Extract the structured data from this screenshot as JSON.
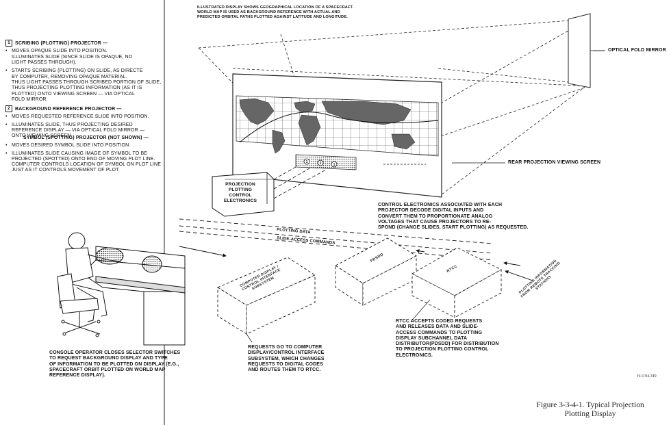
{
  "top_note": "ILLUSTRATED DISPLAY SHOWS GEOGRAPHICAL LOCATION OF A SPACECRAFT.\nWORLD MAP IS USED AS BACKGROUND REFERENCE WITH ACTUAL AND\nPREDICTED ORBITAL PATHS PLOTTED AGAINST LATITUDE AND LONGITUDE.",
  "left_notes": {
    "scribing": {
      "number": "1",
      "title": "SCRIBING (PLOTTING) PROJECTOR —",
      "bullets": [
        "MOVES OPAQUE SLIDE INTO POSITION.\nILLUMINATES SLIDE (SINCE SLIDE IS OPAQUE, NO\nLIGHT PASSES THROUGH).",
        "STARTS SCRIBING (PLOTTING) ON SLIDE, AS DIRECTE\nBY COMPUTER, REMOVING OPAQUE MATERIAL.\nTHUS LIGHT PASSES THROUGH SCRIBED PORTION OF SLIDE,\nTHUS PROJECTING PLOTTING INFORMATION (AS IT IS\nPLOTTED) ONTO VIEWING SCREEN — VIA OPTICAL\nFOLD MIRROR."
      ]
    },
    "background": {
      "number": "2",
      "title": "BACKGROUND REFERENCE PROJECTOR —",
      "bullets": [
        "MOVES REQUESTED REFERENCE SLIDE INTO POSITION.",
        "ILLUMINATES SLIDE, THUS PROJECTING DESIRED\nREFERENCE DISPLAY — VIA OPTICAL FOLD MIRROR —\nONTO VIEWING SCREEN."
      ]
    },
    "symbol": {
      "title": "SYMBOL (SPOTTING) PROJECTOR (NOT SHOWN) —",
      "bullets": [
        "MOVES DESIRED SYMBOL SLIDE INTO POSITION.",
        "ILLUMINATES SLIDE CAUSING IMAGE OF SYMBOL TO BE\nPROJECTED (SPOTTED) ONTO END OF MOVING PLOT LINE.\nCOMPUTER CONTROLS LOCATION OF SYMBOL ON PLOT LINE\nJUST AS IT CONTROLS MOVEMENT OF PLOT."
      ]
    }
  },
  "labels": {
    "optical_fold_mirror": "OPTICAL FOLD MIRROR",
    "rear_projection_screen": "REAR PROJECTION VIEWING SCREEN",
    "projection_box": "PROJECTION\nPLOTTING\nCONTROL\nELECTRONICS",
    "plotting_data": "PLOTTING DATA",
    "slide_access": "SLIDE-ACCESS COMMANDS",
    "pdsdd": "PDSDD",
    "rtcc": "RTCC",
    "computer_display": "COMPUTER DISPLAY /\nCONTROL INTERFACE\nSUBSYSTEM",
    "plotting_info": "PLOTTING INFORMATION\nFROM REMOTE TRACKING\nSTATIONS"
  },
  "notes": {
    "control_electronics": "CONTROL ELECTRONICS ASSOCIATED WITH EACH\nPROJECTOR DECODE DIGITAL INPUTS AND\nCONVERT THEM TO PROPORTIONATE ANALOG\nVOLTAGES THAT CAUSE PROJECTORS TO RE-\nSPOND (CHANGE SLIDES, START PLOTTING) AS REQUESTED.",
    "rtcc_note": "RTCC ACCEPTS CODED REQUESTS\nAND RELEASES DATA AND SLIDE-\nACCESS COMMANDS TO PLOTTING\nDISPLAY SUBCHANNEL DATA\nDISTRIBUTOR(PDSDD) FOR DISTRIBUTION\nTO PROJECTION PLOTTING CONTROL\nELECTRONICS.",
    "requests": "REQUESTS GO TO COMPUTER\nDISPLAY/CONTROL INTERFACE\nSUBSYSTEM, WHICH CHANGES\nREQUESTS TO DIGITAL CODES\nAND ROUTES THEM TO RTCC.",
    "console": "CONSOLE OPERATOR CLOSES SELECTOR SWITCHES\nTO REQUEST BACKGROUND DISPLAY AND TYPE\nOF INFORMATION TO BE PLOTTED ON DISPLAY (e.g.,\nSPACECRAFT ORBIT PLOTTED ON WORLD MAP\nREFERENCE DISPLAY)."
  },
  "drawing_code": "H-1194.349",
  "caption": "Figure 3-3-4-1. Typical Projection\nPlotting Display",
  "projector_marks": [
    "1",
    "2",
    "1"
  ]
}
